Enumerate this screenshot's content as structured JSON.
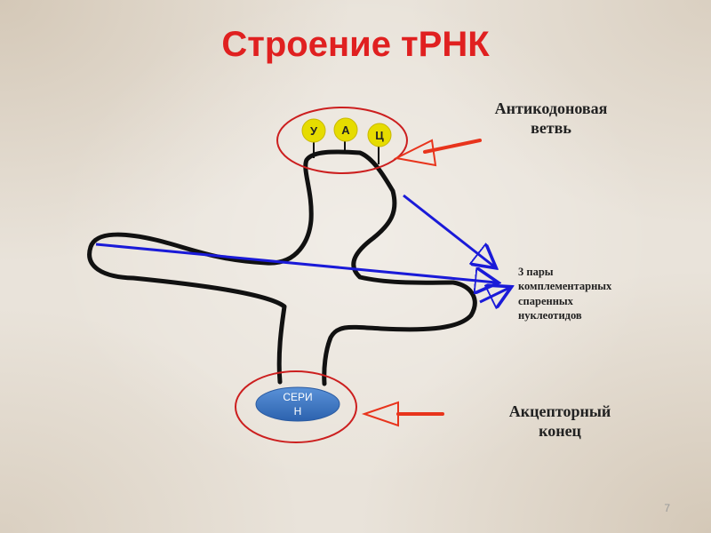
{
  "title": "Строение тРНК",
  "labels": {
    "anticodon_line1": "Антикодоновая",
    "anticodon_line2": "ветвь",
    "acceptor_line1": "Акцепторный",
    "acceptor_line2": "конец",
    "pairs_line1": "3 пары",
    "pairs_line2": "комплементарных",
    "pairs_line3": "спаренных",
    "pairs_line4": "нуклеотидов"
  },
  "anticodon_nucleotides": [
    "У",
    "А",
    "Ц"
  ],
  "amino_acid": {
    "line1": "СЕРИ",
    "line2": "Н"
  },
  "page_number": "7",
  "colors": {
    "title": "#e02020",
    "circle": "#cc1f1f",
    "nucleotide": "#e6dc00",
    "arrow_red": "#e8341c",
    "arrow_blue": "#1a1ad8",
    "amino_acid": "#3d79c6"
  }
}
